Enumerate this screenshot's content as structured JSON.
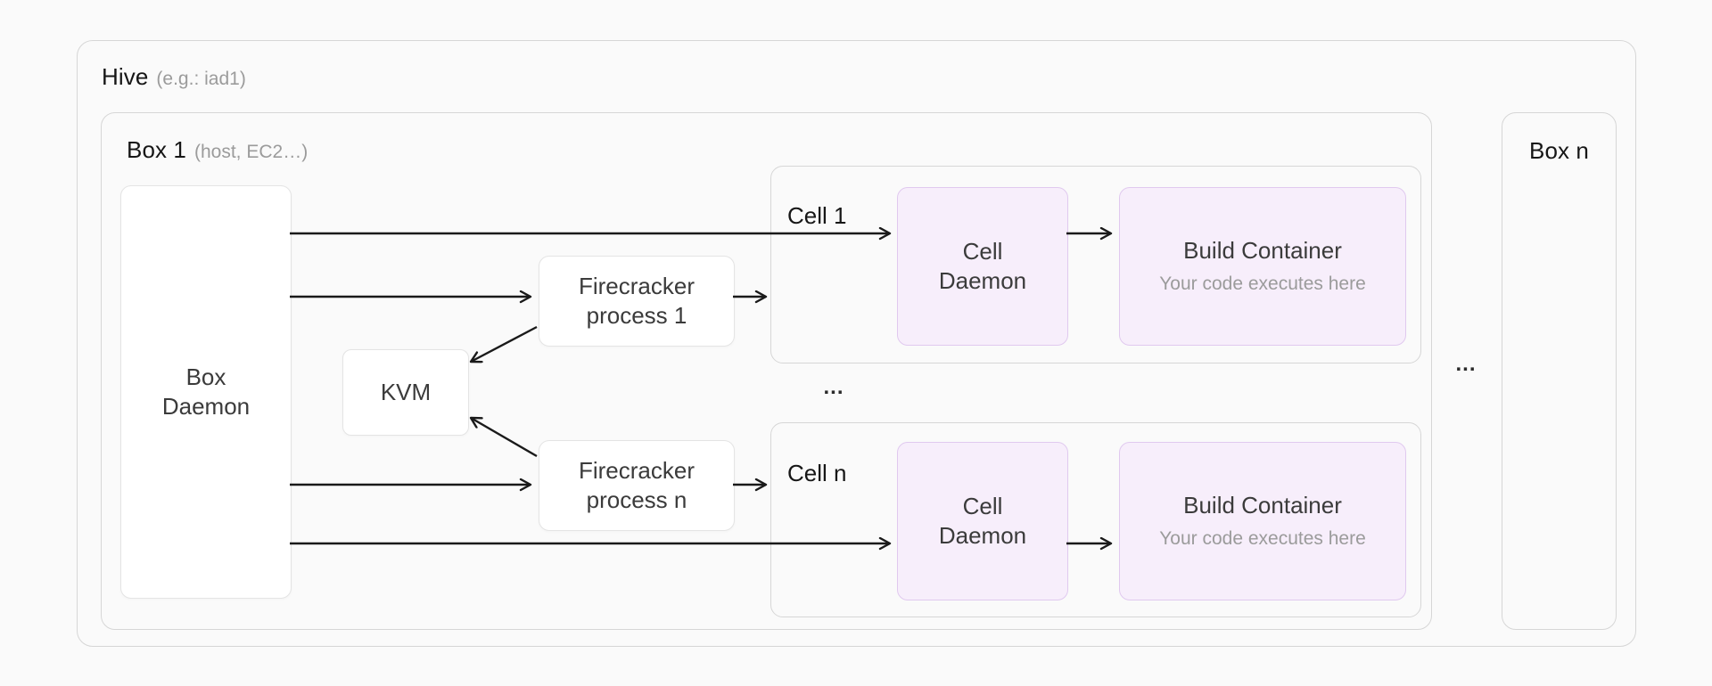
{
  "hive": {
    "title": "Hive",
    "note": "(e.g.: iad1)"
  },
  "box1": {
    "title": "Box 1",
    "note": "(host, EC2…)"
  },
  "boxn": {
    "title": "Box n"
  },
  "nodes": {
    "box_daemon": "Box Daemon",
    "kvm": "KVM",
    "firecracker_1": "Firecracker process 1",
    "firecracker_n": "Firecracker process n"
  },
  "cell1": {
    "label": "Cell 1",
    "daemon": "Cell Daemon",
    "build_title": "Build Container",
    "build_subtitle": "Your code executes here"
  },
  "celln": {
    "label": "Cell n",
    "daemon": "Cell Daemon",
    "build_title": "Build Container",
    "build_subtitle": "Your code executes here"
  },
  "ellipsis": {
    "cells": "...",
    "boxes": "..."
  },
  "colors": {
    "page_bg": "#fafafa",
    "container_border": "#d6d6d6",
    "node_bg": "#ffffff",
    "node_border": "#e4e4e4",
    "cell_node_bg": "#f7eefb",
    "cell_node_border": "#e0c9ef",
    "heading_text": "#161616",
    "node_text": "#3b3b3b",
    "muted_text": "#9b9b9b",
    "arrow": "#1a1a1a"
  }
}
